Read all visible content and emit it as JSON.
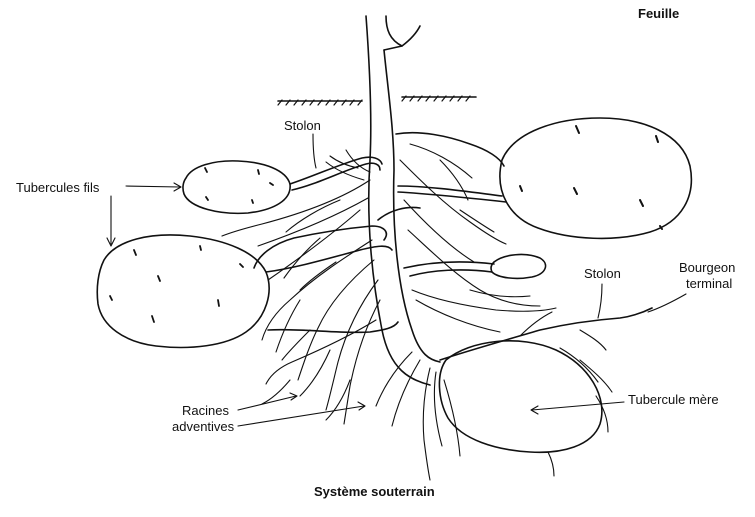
{
  "labels": {
    "top_fragment": "Feuille",
    "stolon_top": "Stolon",
    "tubercules_fils": "Tubercules fils",
    "stolon_right": "Stolon",
    "bourgeon_line1": "Bourgeon",
    "bourgeon_line2": "terminal",
    "tubercule_mere": "Tubercule mère",
    "racines_line1": "Racines",
    "racines_line2": "adventives",
    "caption": "Système souterrain"
  },
  "colors": {
    "ink": "#111111",
    "background": "#ffffff"
  }
}
